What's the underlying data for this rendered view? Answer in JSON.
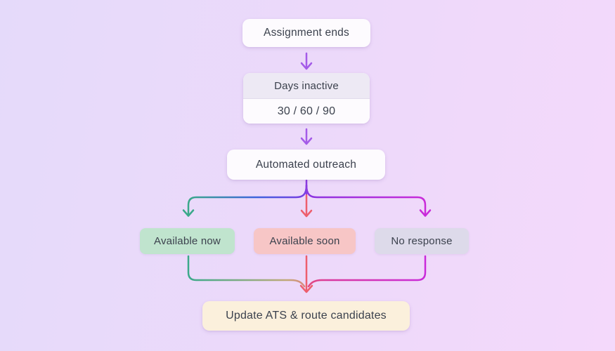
{
  "diagram": {
    "nodes": {
      "assignment_ends": {
        "label": "Assignment ends"
      },
      "days_inactive": {
        "title": "Days inactive",
        "value": "30 / 60 / 90"
      },
      "automated_outreach": {
        "label": "Automated outreach"
      },
      "available_now": {
        "label": "Available now"
      },
      "available_soon": {
        "label": "Available soon"
      },
      "no_response": {
        "label": "No response"
      },
      "update_ats": {
        "label": "Update ATS & route candidates"
      }
    }
  },
  "colors": {
    "bg_left": "#E5DAFA",
    "bg_mid": "#EDD9FA",
    "bg_right": "#F4D9FB",
    "node_bg": "#FDFBFE",
    "node_header_bg": "#EDE9F4",
    "text": "#3B414D",
    "arrow_purple": "#A45BE8",
    "stub_purple": "#8B3BE0",
    "teal": "#3BA98A",
    "blue": "#3E63DE",
    "violet": "#7A3BE2",
    "violet2": "#8A34E0",
    "magenta": "#C92BD9",
    "red": "#ED5F6E",
    "olive": "#8FAB81",
    "tan": "#C2A878",
    "rose": "#D98A80",
    "pink": "#D9399E",
    "pink2": "#E2497F",
    "green_bg": "#C0E4CE",
    "salmon_bg": "#F7C6C6",
    "gray_bg": "#DDDAEA",
    "cream_bg": "#FBF0DC"
  }
}
